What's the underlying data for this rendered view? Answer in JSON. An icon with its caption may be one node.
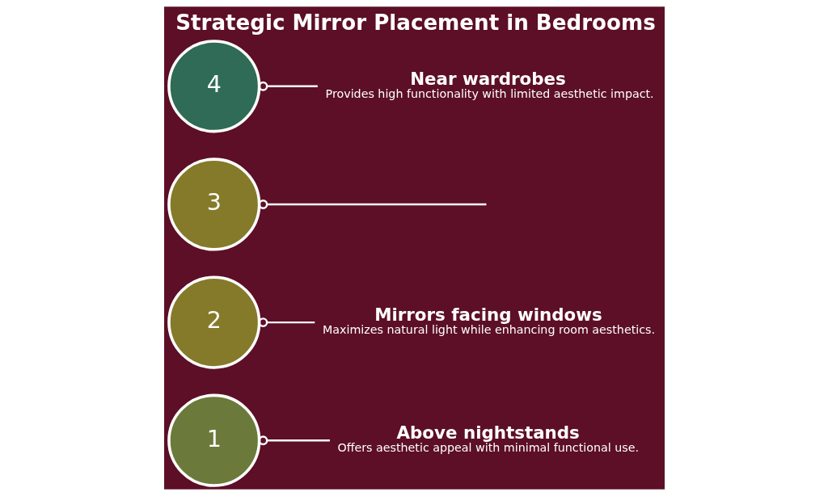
{
  "diagram": {
    "title": "Strategic Mirror Placement in Bedrooms",
    "nodes": [
      {
        "text": [
          "Above nightstands",
          "Offers aesthetic appeal with minimal functional use."
        ]
      },
      {
        "text": [
          "1"
        ]
      },
      {
        "text": [
          "Mirrors facing windows",
          "Maximizes natural light while enhancing room aesthetics."
        ]
      },
      {
        "text": [
          "2"
        ]
      },
      {
        "text": [
          "3"
        ]
      },
      {
        "text": [
          "4"
        ]
      },
      {
        "text": [
          "Near wardrobes",
          "Provides high functionality with limited aesthetic impact."
        ]
      }
    ],
    "edges": [
      {
        "from": 1,
        "to": 0,
        "arrow": "other"
      },
      {
        "from": 3,
        "to": 2,
        "arrow": "other"
      },
      {
        "from": 4,
        "to": null,
        "arrow": "other"
      },
      {
        "from": 5,
        "to": 6,
        "arrow": "other"
      }
    ]
  }
}
